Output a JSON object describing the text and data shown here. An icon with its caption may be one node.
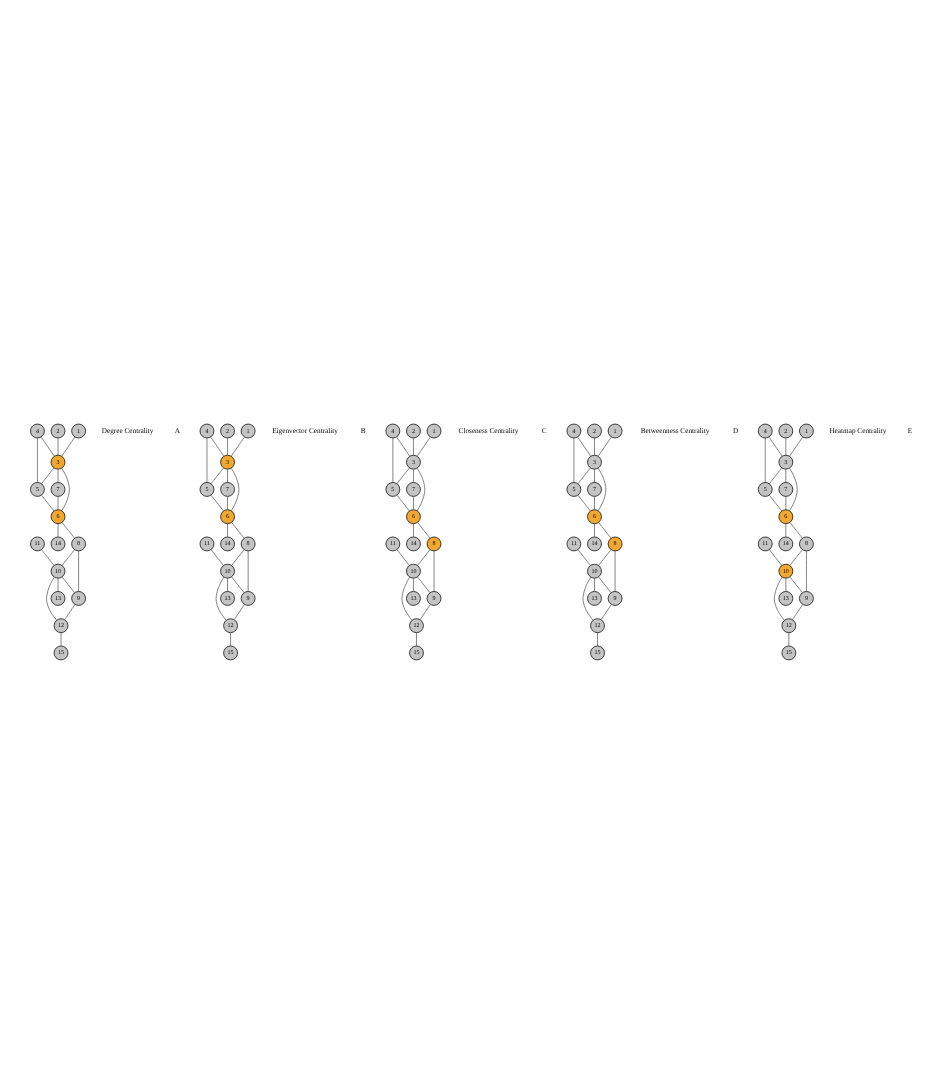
{
  "diagram": {
    "nodes": [
      {
        "text": [
          "1"
        ]
      },
      {
        "text": [
          "2"
        ]
      },
      {
        "text": [
          "3"
        ]
      },
      {
        "text": [
          "4"
        ]
      },
      {
        "text": [
          "5"
        ]
      },
      {
        "text": [
          "6"
        ]
      },
      {
        "text": [
          "7"
        ]
      },
      {
        "text": [
          "8"
        ]
      },
      {
        "text": [
          "9"
        ]
      },
      {
        "text": [
          "10"
        ]
      },
      {
        "text": [
          "11"
        ]
      },
      {
        "text": [
          "12"
        ]
      },
      {
        "text": [
          "13"
        ]
      },
      {
        "text": [
          "14"
        ]
      },
      {
        "text": [
          "15"
        ]
      },
      {
        "text": [
          "1"
        ]
      },
      {
        "text": [
          "2"
        ]
      },
      {
        "text": [
          "3"
        ]
      },
      {
        "text": [
          "4"
        ]
      },
      {
        "text": [
          "5"
        ]
      },
      {
        "text": [
          "6"
        ]
      },
      {
        "text": [
          "7"
        ]
      },
      {
        "text": [
          "8"
        ]
      },
      {
        "text": [
          "9"
        ]
      },
      {
        "text": [
          "10"
        ]
      },
      {
        "text": [
          "11"
        ]
      },
      {
        "text": [
          "12"
        ]
      },
      {
        "text": [
          "13"
        ]
      },
      {
        "text": [
          "14"
        ]
      },
      {
        "text": [
          "15"
        ]
      },
      {
        "text": [
          "1"
        ]
      },
      {
        "text": [
          "2"
        ]
      },
      {
        "text": [
          "3"
        ]
      },
      {
        "text": [
          "4"
        ]
      },
      {
        "text": [
          "5"
        ]
      },
      {
        "text": [
          "6"
        ]
      },
      {
        "text": [
          "7"
        ]
      },
      {
        "text": [
          "8"
        ]
      },
      {
        "text": [
          "9"
        ]
      },
      {
        "text": [
          "10"
        ]
      },
      {
        "text": [
          "11"
        ]
      },
      {
        "text": [
          "12"
        ]
      },
      {
        "text": [
          "13"
        ]
      },
      {
        "text": [
          "14"
        ]
      },
      {
        "text": [
          "15"
        ]
      },
      {
        "text": [
          "1"
        ]
      },
      {
        "text": [
          "2"
        ]
      },
      {
        "text": [
          "3"
        ]
      },
      {
        "text": [
          "4"
        ]
      },
      {
        "text": [
          "5"
        ]
      },
      {
        "text": [
          "6"
        ]
      },
      {
        "text": [
          "7"
        ]
      },
      {
        "text": [
          "8"
        ]
      },
      {
        "text": [
          "9"
        ]
      },
      {
        "text": [
          "10"
        ]
      },
      {
        "text": [
          "11"
        ]
      },
      {
        "text": [
          "12"
        ]
      },
      {
        "text": [
          "13"
        ]
      },
      {
        "text": [
          "14"
        ]
      },
      {
        "text": [
          "15"
        ]
      },
      {
        "text": [
          "1"
        ]
      },
      {
        "text": [
          "2"
        ]
      },
      {
        "text": [
          "3"
        ]
      },
      {
        "text": [
          "4"
        ]
      },
      {
        "text": [
          "5"
        ]
      },
      {
        "text": [
          "6"
        ]
      },
      {
        "text": [
          "7"
        ]
      },
      {
        "text": [
          "8"
        ]
      },
      {
        "text": [
          "9"
        ]
      },
      {
        "text": [
          "10"
        ]
      },
      {
        "text": [
          "11"
        ]
      },
      {
        "text": [
          "12"
        ]
      },
      {
        "text": [
          "13"
        ]
      },
      {
        "text": [
          "14"
        ]
      },
      {
        "text": [
          "15"
        ]
      }
    ],
    "edges": [
      {
        "from": 1,
        "to": 2,
        "arrow": "none"
      },
      {
        "from": 0,
        "to": 2,
        "arrow": "none"
      },
      {
        "from": 3,
        "to": 2,
        "arrow": "none"
      },
      {
        "from": 2,
        "to": 6,
        "arrow": "none"
      },
      {
        "from": 2,
        "to": 4,
        "arrow": "none"
      },
      {
        "from": 2,
        "to": 5,
        "arrow": "none"
      },
      {
        "from": 3,
        "to": 4,
        "arrow": "none"
      },
      {
        "from": 4,
        "to": 5,
        "arrow": "none"
      },
      {
        "from": 6,
        "to": 5,
        "arrow": "none"
      },
      {
        "from": 5,
        "to": 13,
        "arrow": "none"
      },
      {
        "from": 5,
        "to": 7,
        "arrow": "none"
      },
      {
        "from": 10,
        "to": 9,
        "arrow": "none"
      },
      {
        "from": 7,
        "to": 9,
        "arrow": "none"
      },
      {
        "from": 9,
        "to": 12,
        "arrow": "none"
      },
      {
        "from": 7,
        "to": 8,
        "arrow": "none"
      },
      {
        "from": 9,
        "to": 8,
        "arrow": "none"
      },
      {
        "from": 9,
        "to": 11,
        "arrow": "none"
      },
      {
        "from": 8,
        "to": 11,
        "arrow": "none"
      },
      {
        "from": 11,
        "to": 14,
        "arrow": "none"
      },
      {
        "from": 16,
        "to": 17,
        "arrow": "none"
      },
      {
        "from": 15,
        "to": 17,
        "arrow": "none"
      },
      {
        "from": 18,
        "to": 17,
        "arrow": "none"
      },
      {
        "from": 17,
        "to": 21,
        "arrow": "none"
      },
      {
        "from": 17,
        "to": 19,
        "arrow": "none"
      },
      {
        "from": 17,
        "to": 20,
        "arrow": "none"
      },
      {
        "from": 18,
        "to": 19,
        "arrow": "none"
      },
      {
        "from": 19,
        "to": 20,
        "arrow": "none"
      },
      {
        "from": 21,
        "to": 20,
        "arrow": "none"
      },
      {
        "from": 20,
        "to": 28,
        "arrow": "none"
      },
      {
        "from": 20,
        "to": 22,
        "arrow": "none"
      },
      {
        "from": 25,
        "to": 24,
        "arrow": "none"
      },
      {
        "from": 22,
        "to": 24,
        "arrow": "none"
      },
      {
        "from": 24,
        "to": 27,
        "arrow": "none"
      },
      {
        "from": 22,
        "to": 23,
        "arrow": "none"
      },
      {
        "from": 24,
        "to": 23,
        "arrow": "none"
      },
      {
        "from": 24,
        "to": 26,
        "arrow": "none"
      },
      {
        "from": 23,
        "to": 26,
        "arrow": "none"
      },
      {
        "from": 26,
        "to": 29,
        "arrow": "none"
      },
      {
        "from": 31,
        "to": 32,
        "arrow": "none"
      },
      {
        "from": 30,
        "to": 32,
        "arrow": "none"
      },
      {
        "from": 33,
        "to": 32,
        "arrow": "none"
      },
      {
        "from": 32,
        "to": 36,
        "arrow": "none"
      },
      {
        "from": 32,
        "to": 34,
        "arrow": "none"
      },
      {
        "from": 32,
        "to": 35,
        "arrow": "none"
      },
      {
        "from": 33,
        "to": 34,
        "arrow": "none"
      },
      {
        "from": 34,
        "to": 35,
        "arrow": "none"
      },
      {
        "from": 36,
        "to": 35,
        "arrow": "none"
      },
      {
        "from": 35,
        "to": 43,
        "arrow": "none"
      },
      {
        "from": 35,
        "to": 37,
        "arrow": "none"
      },
      {
        "from": 40,
        "to": 39,
        "arrow": "none"
      },
      {
        "from": 37,
        "to": 39,
        "arrow": "none"
      },
      {
        "from": 39,
        "to": 42,
        "arrow": "none"
      },
      {
        "from": 37,
        "to": 38,
        "arrow": "none"
      },
      {
        "from": 39,
        "to": 38,
        "arrow": "none"
      },
      {
        "from": 39,
        "to": 41,
        "arrow": "none"
      },
      {
        "from": 38,
        "to": 41,
        "arrow": "none"
      },
      {
        "from": 41,
        "to": 44,
        "arrow": "none"
      },
      {
        "from": 46,
        "to": 47,
        "arrow": "none"
      },
      {
        "from": 45,
        "to": 47,
        "arrow": "none"
      },
      {
        "from": 48,
        "to": 47,
        "arrow": "none"
      },
      {
        "from": 47,
        "to": 51,
        "arrow": "none"
      },
      {
        "from": 47,
        "to": 49,
        "arrow": "none"
      },
      {
        "from": 47,
        "to": 50,
        "arrow": "none"
      },
      {
        "from": 48,
        "to": 49,
        "arrow": "none"
      },
      {
        "from": 49,
        "to": 50,
        "arrow": "none"
      },
      {
        "from": 51,
        "to": 50,
        "arrow": "none"
      },
      {
        "from": 50,
        "to": 58,
        "arrow": "none"
      },
      {
        "from": 50,
        "to": 52,
        "arrow": "none"
      },
      {
        "from": 55,
        "to": 54,
        "arrow": "none"
      },
      {
        "from": 52,
        "to": 54,
        "arrow": "none"
      },
      {
        "from": 54,
        "to": 57,
        "arrow": "none"
      },
      {
        "from": 52,
        "to": 53,
        "arrow": "none"
      },
      {
        "from": 54,
        "to": 53,
        "arrow": "none"
      },
      {
        "from": 54,
        "to": 56,
        "arrow": "none"
      },
      {
        "from": 53,
        "to": 56,
        "arrow": "none"
      },
      {
        "from": 56,
        "to": 59,
        "arrow": "none"
      },
      {
        "from": 61,
        "to": 62,
        "arrow": "none"
      },
      {
        "from": 60,
        "to": 62,
        "arrow": "none"
      },
      {
        "from": 63,
        "to": 62,
        "arrow": "none"
      },
      {
        "from": 62,
        "to": 66,
        "arrow": "none"
      },
      {
        "from": 62,
        "to": 64,
        "arrow": "none"
      },
      {
        "from": 62,
        "to": 65,
        "arrow": "none"
      },
      {
        "from": 63,
        "to": 64,
        "arrow": "none"
      },
      {
        "from": 64,
        "to": 65,
        "arrow": "none"
      },
      {
        "from": 66,
        "to": 65,
        "arrow": "none"
      },
      {
        "from": 65,
        "to": 73,
        "arrow": "none"
      },
      {
        "from": 65,
        "to": 67,
        "arrow": "none"
      },
      {
        "from": 70,
        "to": 69,
        "arrow": "none"
      },
      {
        "from": 67,
        "to": 69,
        "arrow": "none"
      },
      {
        "from": 69,
        "to": 72,
        "arrow": "none"
      },
      {
        "from": 67,
        "to": 68,
        "arrow": "none"
      },
      {
        "from": 69,
        "to": 68,
        "arrow": "none"
      },
      {
        "from": 69,
        "to": 71,
        "arrow": "none"
      },
      {
        "from": 68,
        "to": 71,
        "arrow": "none"
      },
      {
        "from": 71,
        "to": 74,
        "arrow": "none"
      }
    ],
    "labels": [
      "A",
      "Degree Centrality",
      "B",
      "Eigenvector Centrality",
      "C",
      "Closeness Centrality",
      "D",
      "Betweenness Centrality",
      "E",
      "Heatmap Centrality"
    ]
  }
}
